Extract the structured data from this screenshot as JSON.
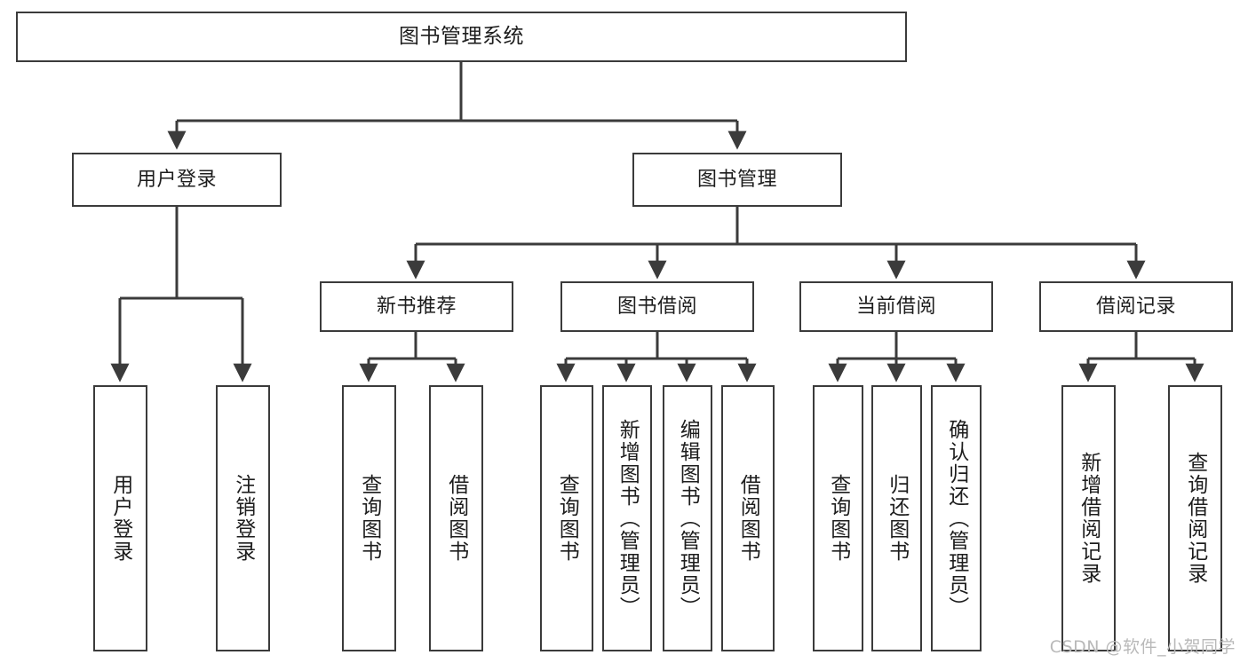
{
  "diagram": {
    "title": "图书管理系统",
    "watermark": "CSDN @软件_小贺同学",
    "stroke_color": "#3b3b3b",
    "background_color": "#ffffff",
    "text_color": "#1d1d1d",
    "watermark_color": "#b9b9b9"
  },
  "nodes": {
    "root": {
      "label": "图书管理系统"
    },
    "level1": [
      {
        "label": "用户登录"
      },
      {
        "label": "图书管理"
      }
    ],
    "level2": [
      {
        "label": "新书推荐"
      },
      {
        "label": "图书借阅"
      },
      {
        "label": "当前借阅"
      },
      {
        "label": "借阅记录"
      }
    ],
    "leaves_login": [
      {
        "label": "用户登录"
      },
      {
        "label": "注销登录"
      }
    ],
    "leaves_newbook": [
      {
        "label": "查询图书"
      },
      {
        "label": "借阅图书"
      }
    ],
    "leaves_borrow": [
      {
        "label": "查询图书"
      },
      {
        "label": "新增图书（管理员）"
      },
      {
        "label": "编辑图书（管理员）"
      },
      {
        "label": "借阅图书"
      }
    ],
    "leaves_current": [
      {
        "label": "查询图书"
      },
      {
        "label": "归还图书"
      },
      {
        "label": "确认归还（管理员）"
      }
    ],
    "leaves_record": [
      {
        "label": "新增借阅记录"
      },
      {
        "label": "查询借阅记录"
      }
    ]
  }
}
